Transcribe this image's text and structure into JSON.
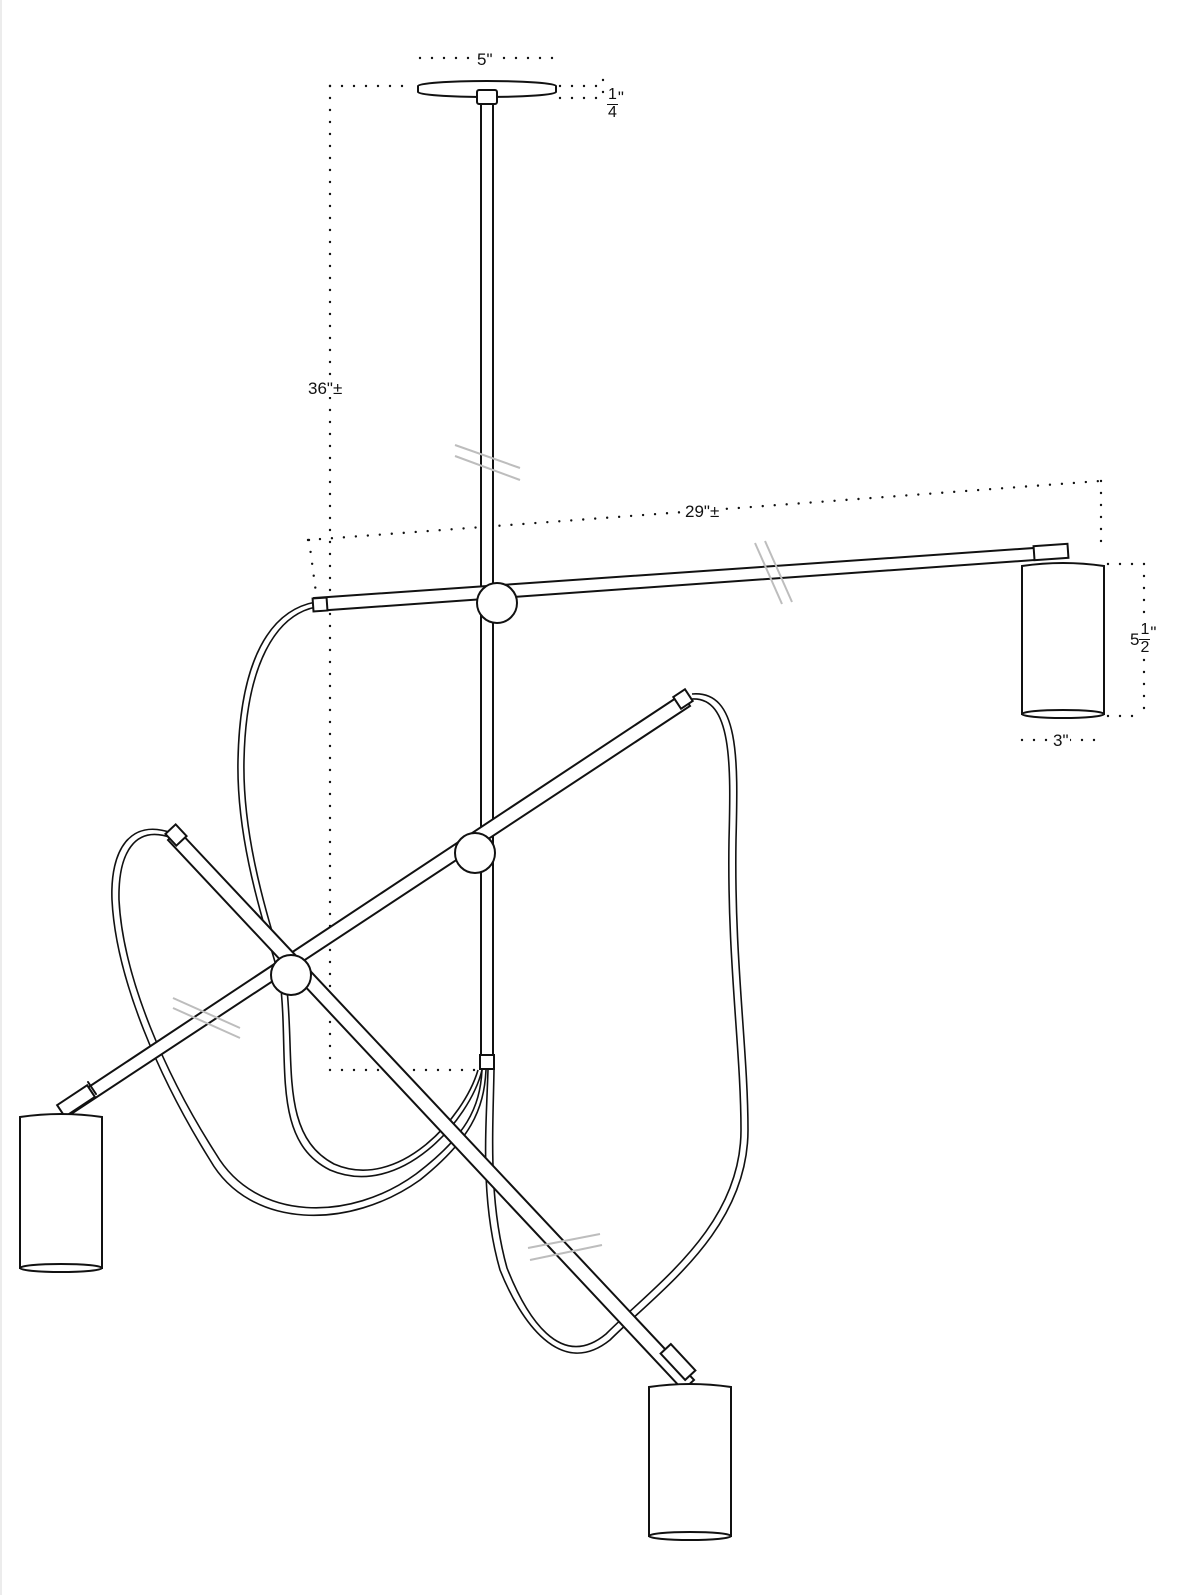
{
  "diagram": {
    "type": "technical line drawing",
    "subject": "three-arm pendant light fixture with cylindrical shades",
    "dimensions": {
      "canopy_width": "5\"",
      "canopy_height": {
        "whole": "",
        "numerator": "1",
        "denominator": "4",
        "unit": "\""
      },
      "overall_drop": "36\"±",
      "arm_span": "29\"±",
      "shade_height": {
        "whole": "5",
        "numerator": "1",
        "denominator": "2",
        "unit": "\""
      },
      "shade_diameter": "3\""
    },
    "components": [
      {
        "name": "ceiling canopy"
      },
      {
        "name": "down rod"
      },
      {
        "name": "upper arm with shade (right)"
      },
      {
        "name": "middle arm with shade (left)"
      },
      {
        "name": "lower arm with shade (bottom)"
      },
      {
        "name": "ball joints",
        "count": 3
      },
      {
        "name": "cylindrical shades",
        "count": 3
      },
      {
        "name": "looping cords",
        "count": 3
      }
    ],
    "colors": {
      "line": "#111111",
      "break_marks": "#bdbdbd",
      "background": "#ffffff"
    }
  }
}
